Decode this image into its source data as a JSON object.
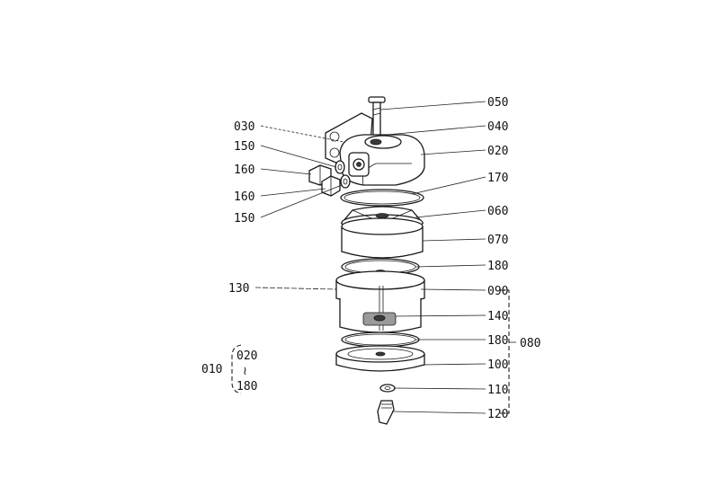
{
  "callouts": {
    "p050": "050",
    "p040": "040",
    "p030": "030",
    "p020": "020",
    "p150a": "150",
    "p160a": "160",
    "p160b": "160",
    "p150b": "150",
    "p170": "170",
    "p060": "060",
    "p070": "070",
    "p180a": "180",
    "p130": "130",
    "p090": "090",
    "p140": "140",
    "p180b": "180",
    "p080": "080",
    "p100": "100",
    "p110": "110",
    "p120": "120"
  },
  "assembly": {
    "number": "010",
    "range_start": "020",
    "range_sep": "≀",
    "range_end": "180"
  }
}
